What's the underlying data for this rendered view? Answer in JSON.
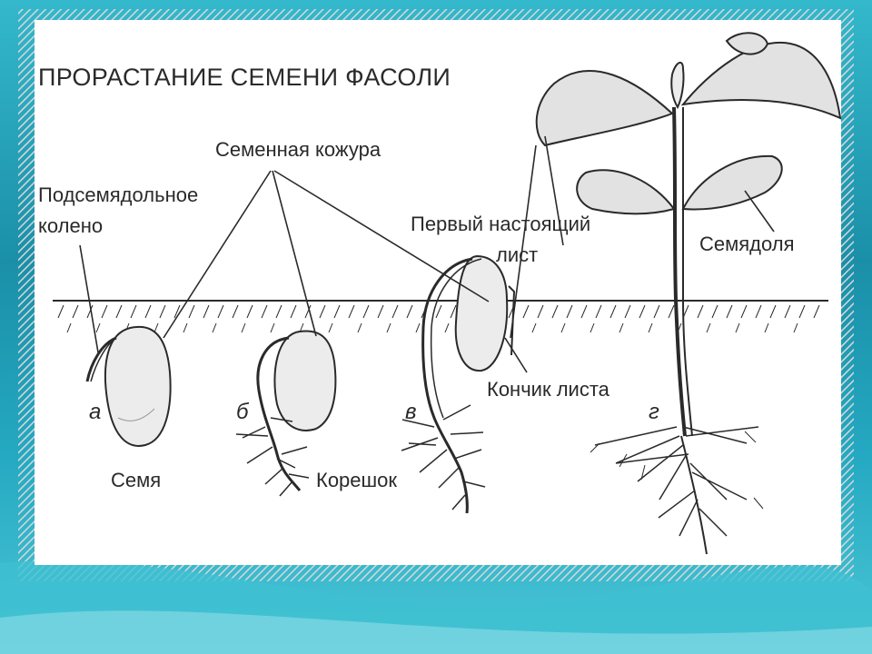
{
  "title": "ПРОРАСТАНИЕ СЕМЕНИ ФАСОЛИ",
  "labels": {
    "seed_coat": "Семенная кожура",
    "hypocotyl_line1": "Подсемядольное",
    "hypocotyl_line2": "колено",
    "first_leaf_line1": "Первый настоящий",
    "first_leaf_line2": "лист",
    "cotyledon": "Семядоля",
    "leaf_tip": "Кончик листа",
    "seed": "Семя",
    "root": "Корешок"
  },
  "stages": [
    "а",
    "б",
    "в",
    "г"
  ],
  "colors": {
    "panel": "#ffffff",
    "ink": "#2a2a2a",
    "seed_fill": "#ececec",
    "leaf_fill": "#e2e2e2",
    "frame_teal": "#1f9fb8"
  }
}
